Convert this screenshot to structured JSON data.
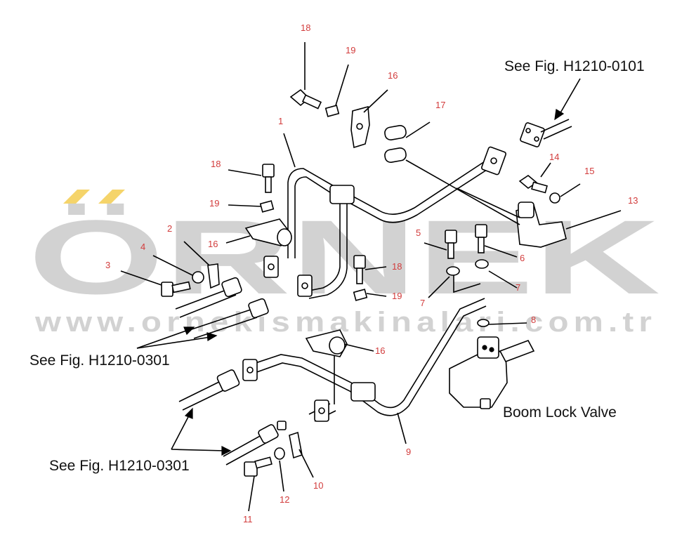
{
  "watermark": {
    "brand": "ÖRNEK",
    "url": "www.ornekismakinalari.com.tr",
    "accent_color": "#f5d46a",
    "text_color": "#d2d2d2"
  },
  "references": {
    "fig_top_right": "See Fig. H1210-0101",
    "fig_left_upper": "See Fig. H1210-0301",
    "fig_left_lower": "See Fig. H1210-0301",
    "boom_lock_valve": "Boom Lock Valve"
  },
  "part_numbers": {
    "p18_top": "18",
    "p19_top": "19",
    "p16_top": "16",
    "p17": "17",
    "p1": "1",
    "p18_left": "18",
    "p19_left": "19",
    "p16_left": "16",
    "p2": "2",
    "p4": "4",
    "p3": "3",
    "p14": "14",
    "p15": "15",
    "p13": "13",
    "p5": "5",
    "p6": "6",
    "p7_right": "7",
    "p7_left": "7",
    "p8": "8",
    "p18_mid": "18",
    "p19_mid": "19",
    "p16_mid": "16",
    "p9": "9",
    "p10": "10",
    "p11": "11",
    "p12": "12"
  },
  "colors": {
    "label_red": "#d23c3c",
    "line": "#000000"
  }
}
